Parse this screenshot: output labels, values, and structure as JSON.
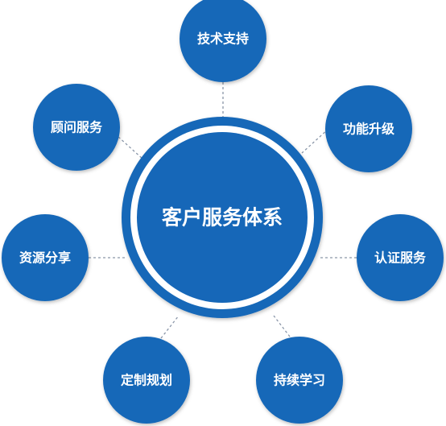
{
  "center": {
    "label": "客户服务体系"
  },
  "nodes": [
    {
      "label": "技术支持"
    },
    {
      "label": "功能升级"
    },
    {
      "label": "认证服务"
    },
    {
      "label": "持续学习"
    },
    {
      "label": "定制规划"
    },
    {
      "label": "资源分享"
    },
    {
      "label": "顾问服务"
    }
  ],
  "colors": {
    "primary": "#1667b8",
    "ring": "#ffffff",
    "connector": "#8a96a8",
    "background": "#ffffff"
  }
}
